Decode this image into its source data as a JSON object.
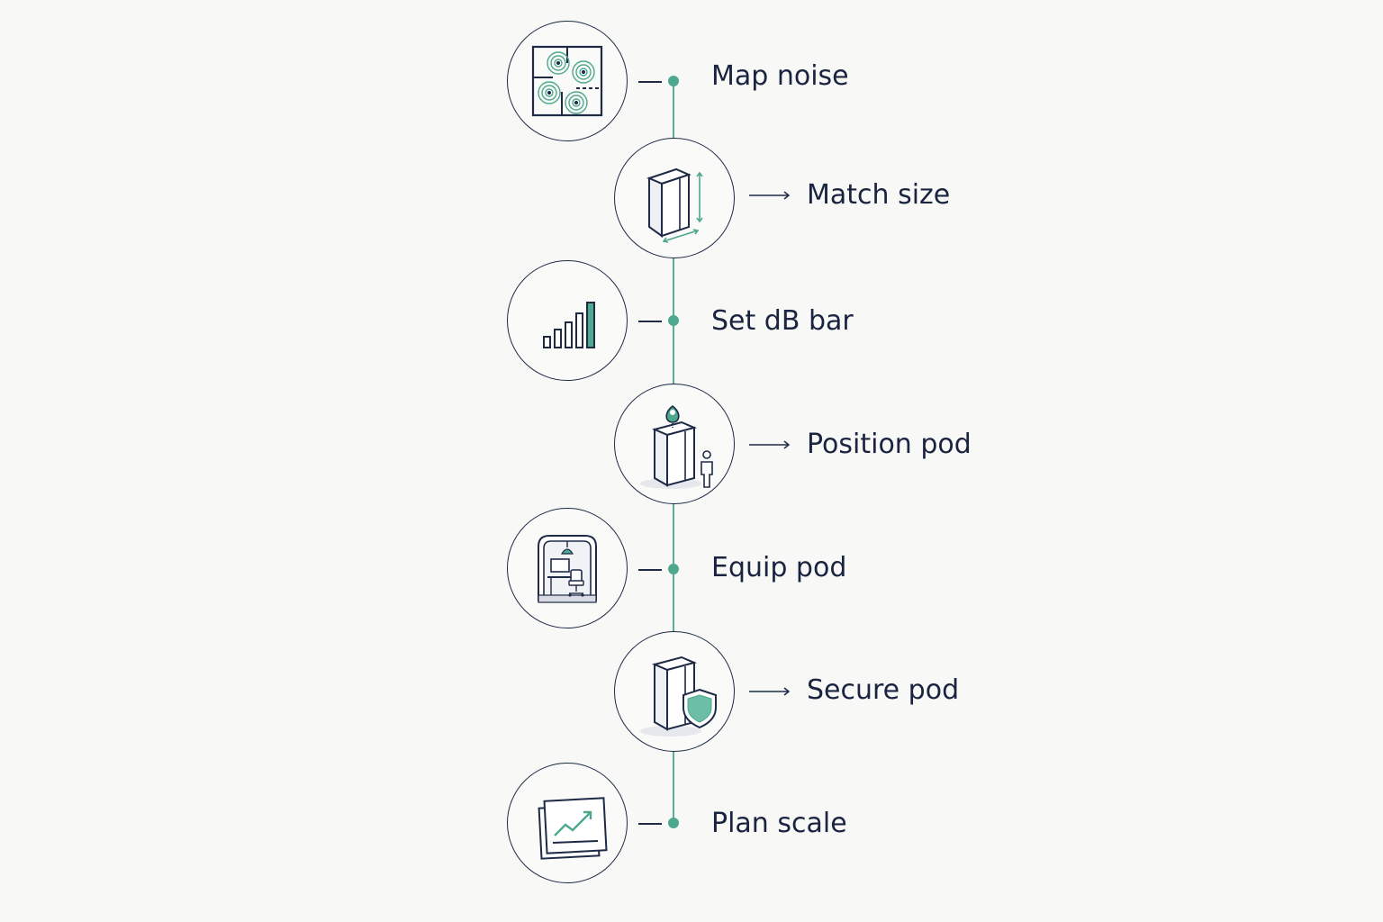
{
  "colors": {
    "ink": "#1e2a46",
    "accent": "#4ea890",
    "background": "#f8f8f6"
  },
  "steps": [
    {
      "label": "Map noise",
      "icon": "floorplan-noise-icon"
    },
    {
      "label": "Match size",
      "icon": "pod-dimensions-icon"
    },
    {
      "label": "Set dB bar",
      "icon": "decibel-bars-icon"
    },
    {
      "label": "Position pod",
      "icon": "pod-location-pin-icon"
    },
    {
      "label": "Equip pod",
      "icon": "pod-interior-desk-icon"
    },
    {
      "label": "Secure pod",
      "icon": "pod-shield-icon"
    },
    {
      "label": "Plan scale",
      "icon": "growth-chart-icon"
    }
  ]
}
